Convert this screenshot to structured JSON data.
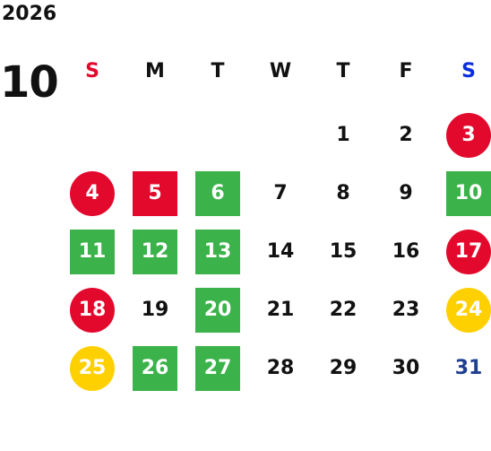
{
  "year": "2026",
  "month": "10",
  "weekdays": [
    {
      "label": "S",
      "color": "#e3092d"
    },
    {
      "label": "M",
      "color": "#111111"
    },
    {
      "label": "T",
      "color": "#111111"
    },
    {
      "label": "W",
      "color": "#111111"
    },
    {
      "label": "T",
      "color": "#111111"
    },
    {
      "label": "F",
      "color": "#111111"
    },
    {
      "label": "S",
      "color": "#0b2ee0"
    }
  ],
  "first_weekday": 4,
  "days": [
    {
      "d": "1",
      "style": "plain"
    },
    {
      "d": "2",
      "style": "plain"
    },
    {
      "d": "3",
      "style": "circle-red"
    },
    {
      "d": "4",
      "style": "circle-red"
    },
    {
      "d": "5",
      "style": "square-red"
    },
    {
      "d": "6",
      "style": "square-green"
    },
    {
      "d": "7",
      "style": "plain"
    },
    {
      "d": "8",
      "style": "plain"
    },
    {
      "d": "9",
      "style": "plain"
    },
    {
      "d": "10",
      "style": "square-green"
    },
    {
      "d": "11",
      "style": "square-green"
    },
    {
      "d": "12",
      "style": "square-green"
    },
    {
      "d": "13",
      "style": "square-green"
    },
    {
      "d": "14",
      "style": "plain"
    },
    {
      "d": "15",
      "style": "plain"
    },
    {
      "d": "16",
      "style": "plain"
    },
    {
      "d": "17",
      "style": "circle-red"
    },
    {
      "d": "18",
      "style": "circle-red"
    },
    {
      "d": "19",
      "style": "plain"
    },
    {
      "d": "20",
      "style": "square-green"
    },
    {
      "d": "21",
      "style": "plain"
    },
    {
      "d": "22",
      "style": "plain"
    },
    {
      "d": "23",
      "style": "plain"
    },
    {
      "d": "24",
      "style": "circle-yellow"
    },
    {
      "d": "25",
      "style": "circle-yellow"
    },
    {
      "d": "26",
      "style": "square-green"
    },
    {
      "d": "27",
      "style": "square-green"
    },
    {
      "d": "28",
      "style": "plain"
    },
    {
      "d": "29",
      "style": "plain"
    },
    {
      "d": "30",
      "style": "plain"
    },
    {
      "d": "31",
      "style": "blue"
    }
  ]
}
